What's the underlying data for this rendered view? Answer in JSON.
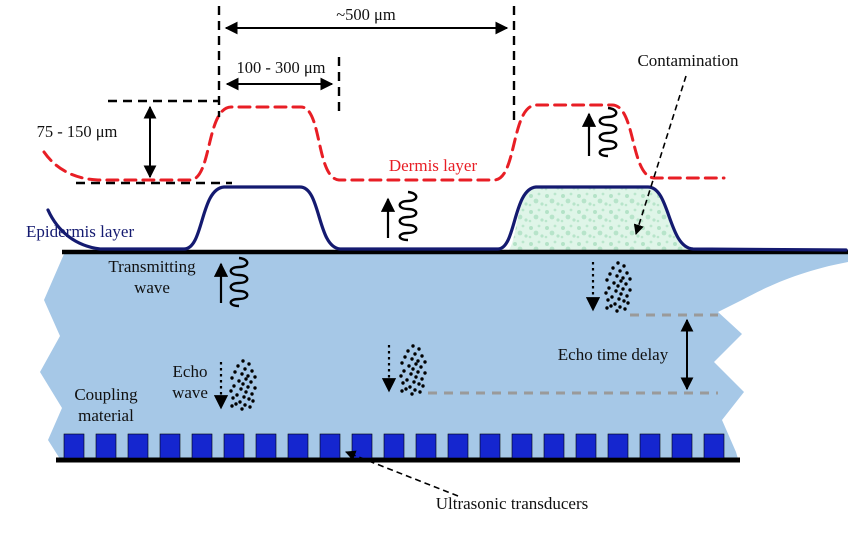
{
  "figure": {
    "labels": {
      "dim_pitch": "~500 μm",
      "dim_ridge_width": "100 - 300 μm",
      "dim_ridge_height": "75 - 150 μm",
      "contamination": "Contamination",
      "dermis": "Dermis layer",
      "epidermis": "Epidermis layer",
      "transmitting_line1": "Transmitting",
      "transmitting_line2": "wave",
      "echo_line1": "Echo",
      "echo_line2": "wave",
      "coupling_line1": "Coupling",
      "coupling_line2": "material",
      "echo_time_delay": "Echo time delay",
      "transducers": "Ultrasonic transducers"
    },
    "colors": {
      "dermis": "#e81e25",
      "epidermis": "#141a70",
      "coupling": "#a6c8e7",
      "contamination_fill": "#dff5e8",
      "contamination_dot": "#8fd3ab",
      "transducer": "#1526cf",
      "gray_dash": "#9a9a9a"
    },
    "transducer_count": 21
  }
}
